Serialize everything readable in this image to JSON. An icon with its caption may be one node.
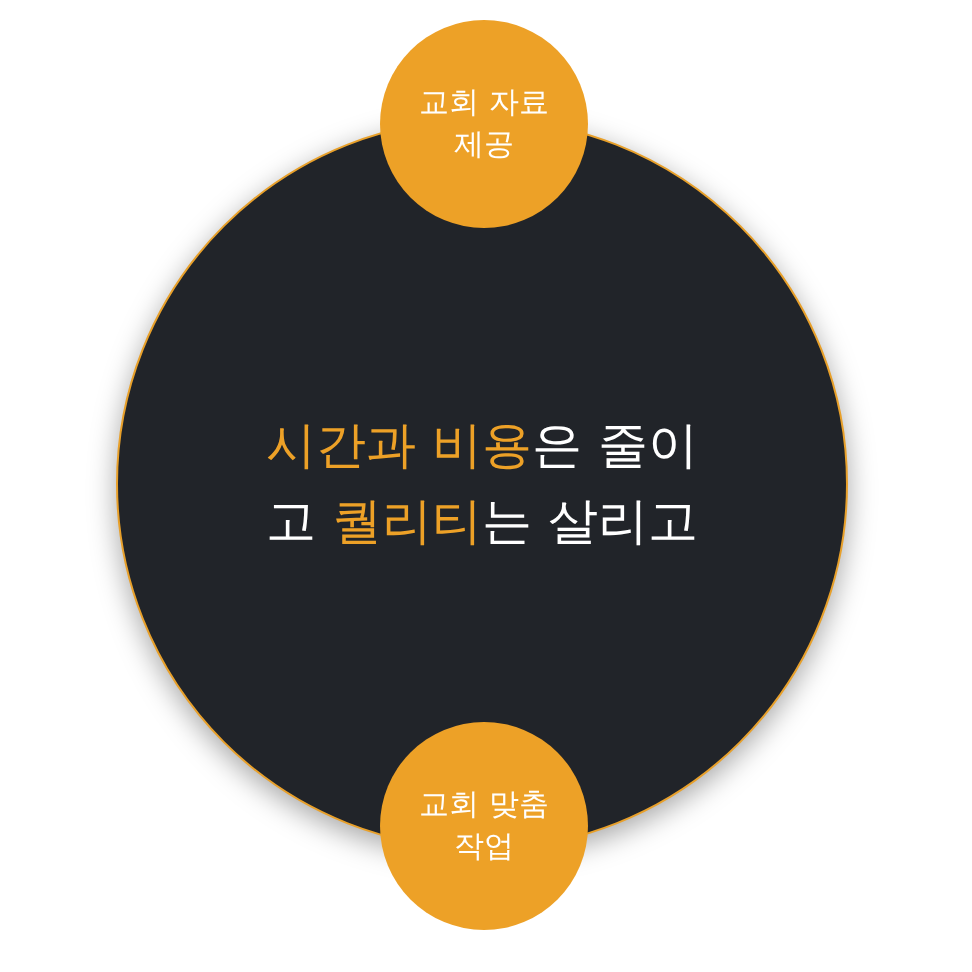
{
  "diagram": {
    "nodes": [
      {
        "text": [
          "**시간과 비용**은 줄이고 **퀄리티**는 살리고"
        ]
      },
      {
        "text": [
          "교회 자료 제공"
        ]
      },
      {
        "text": [
          "교회 맞춤 작업"
        ]
      }
    ]
  }
}
